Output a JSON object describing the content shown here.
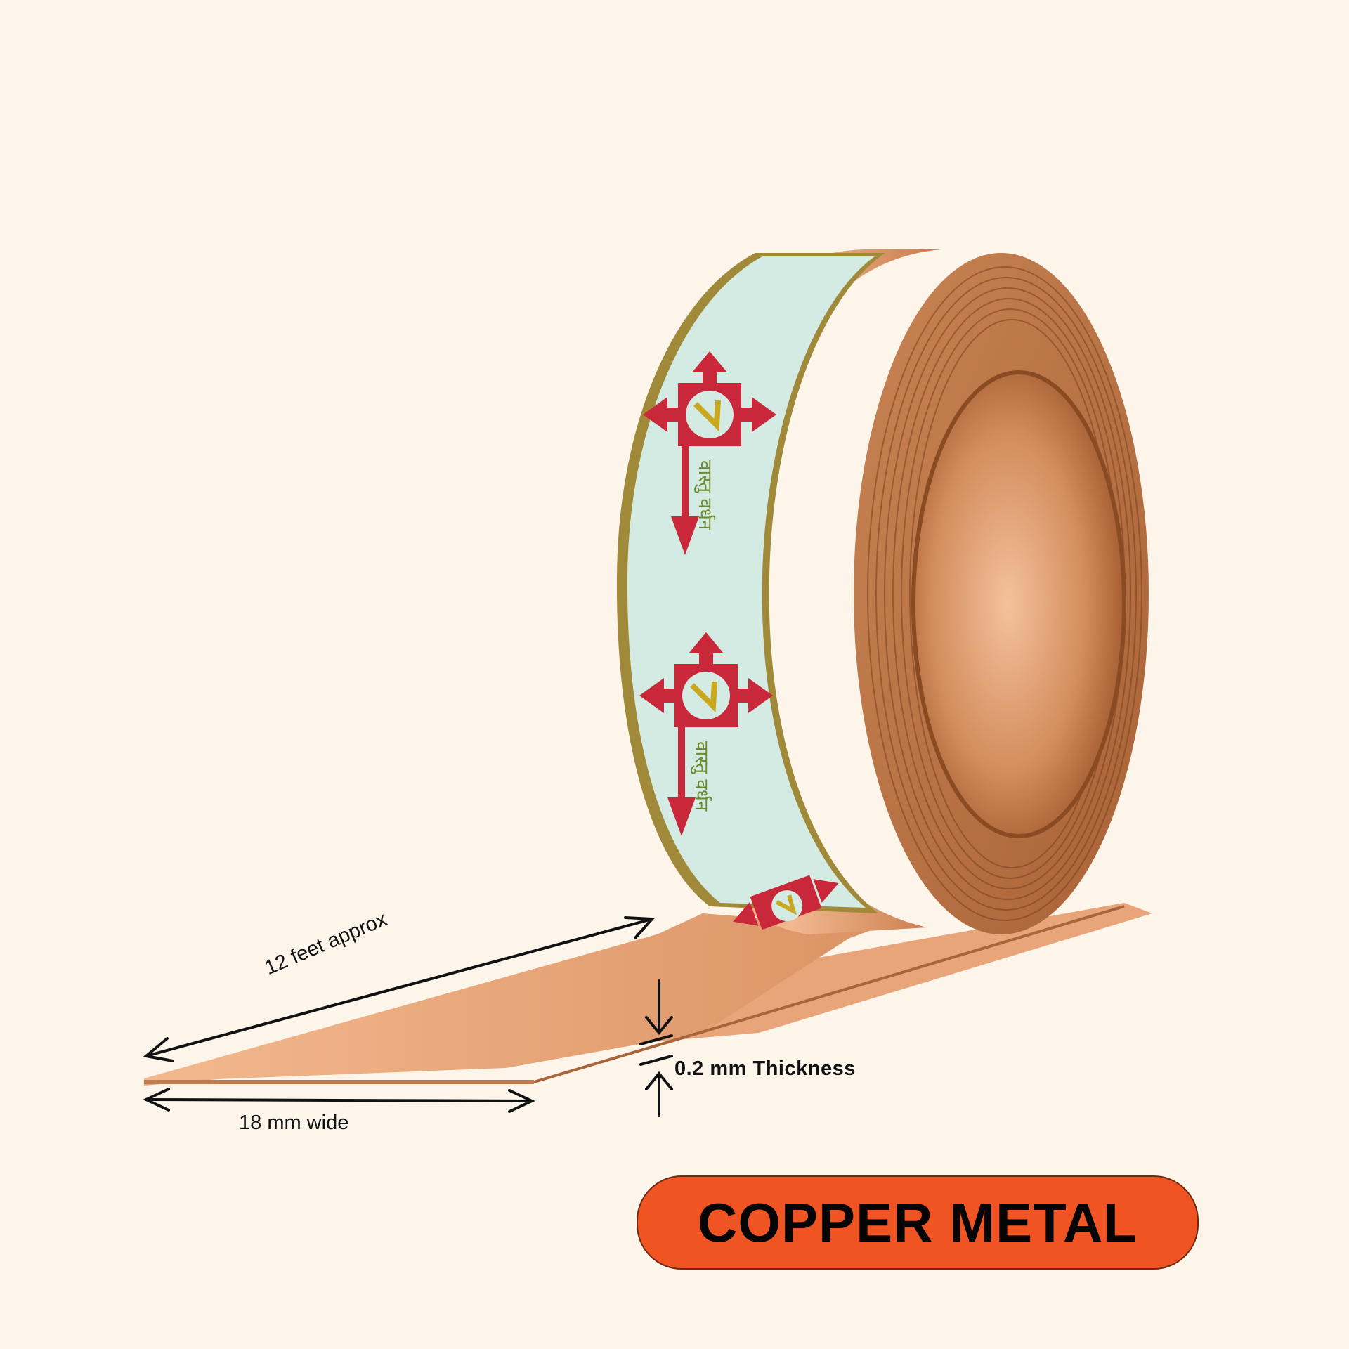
{
  "product": {
    "name": "Copper strip roll",
    "brand_logo_text": "वास्तु वर्धन",
    "badge_label": "COPPER METAL"
  },
  "dimensions": {
    "length_label": "12 feet approx",
    "width_label": "18 mm wide",
    "thickness_label": "0.2 mm Thickness"
  },
  "colors": {
    "background": "#fdf4ea",
    "copper": "#d9875a",
    "copper_dark": "#a85f32",
    "copper_light": "#f0b489",
    "label_band": "#d4ebe4",
    "label_border": "#a08a3a",
    "logo_red": "#c8283a",
    "logo_gold": "#c9a820",
    "badge_fill": "#f05423",
    "badge_text": "#050505"
  }
}
